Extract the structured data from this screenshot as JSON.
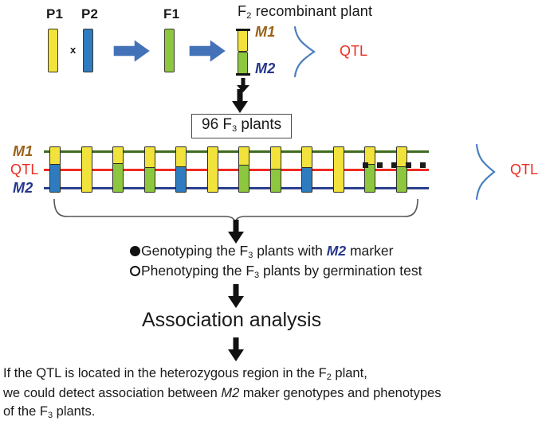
{
  "top_row": {
    "p1_label": "P1",
    "p2_label": "P2",
    "cross_symbol": "x",
    "f1_label": "F1",
    "f2_title_main": "F",
    "f2_title_sub": "2",
    "f2_title_rest": " recombinant plant",
    "m1_label": "M1",
    "m2_label": "M2",
    "qtl_label": "QTL"
  },
  "box": {
    "count": "96 F",
    "sub": "3",
    "rest": " plants"
  },
  "markers": {
    "m1_label": "M1",
    "qtl_label": "QTL",
    "m2_label": "M2",
    "right_qtl_label": "QTL",
    "m1_color": "#3f6b1f",
    "qtl_color": "#ef2b20",
    "m2_color": "#2a3f8f",
    "m1_text_color": "#9a6218",
    "m2_text_color": "#27378c",
    "curve_color": "#4a7fc1"
  },
  "chromosome_row": {
    "count_visible": 12,
    "bars": [
      {
        "top": "yellow",
        "bottom": "blue",
        "split_frac": 0.4
      },
      {
        "top": "yellow",
        "bottom": "yellow",
        "split_frac": 1.0
      },
      {
        "top": "yellow",
        "bottom": "green",
        "split_frac": 0.38
      },
      {
        "top": "yellow",
        "bottom": "green",
        "split_frac": 0.46
      },
      {
        "top": "yellow",
        "bottom": "blue",
        "split_frac": 0.44
      },
      {
        "top": "yellow",
        "bottom": "yellow",
        "split_frac": 1.0
      },
      {
        "top": "yellow",
        "bottom": "green",
        "split_frac": 0.42
      },
      {
        "top": "yellow",
        "bottom": "green",
        "split_frac": 0.5
      },
      {
        "top": "yellow",
        "bottom": "blue",
        "split_frac": 0.47
      },
      {
        "top": "yellow",
        "bottom": "yellow",
        "split_frac": 1.0
      },
      {
        "top": "yellow",
        "bottom": "green",
        "split_frac": 0.4
      },
      {
        "top": "yellow",
        "bottom": "green",
        "split_frac": 0.44
      }
    ],
    "ellipsis_dots": 5,
    "colors": {
      "yellow": "#f2e23c",
      "blue": "#2f7bbf",
      "green": "#8dc63f"
    }
  },
  "steps": {
    "genotyping_pre": "Genotyping the F",
    "genotyping_sub": "3",
    "genotyping_mid": " plants with ",
    "genotyping_marker": "M2",
    "genotyping_post": " marker",
    "phenotyping_pre": "Phenotyping the F",
    "phenotyping_sub": "3",
    "phenotyping_post": " plants by germination test",
    "association": "Association analysis"
  },
  "conclusion": {
    "line1_a": "If the QTL is located in the heterozygous region in the F",
    "line1_sub": "2",
    "line1_b": " plant,",
    "line2_a": " we could detect association between ",
    "line2_marker": "M2",
    "line2_b": " maker genotypes and phenotypes",
    "line3_a": " of the F",
    "line3_sub": "3",
    "line3_b": " plants."
  }
}
